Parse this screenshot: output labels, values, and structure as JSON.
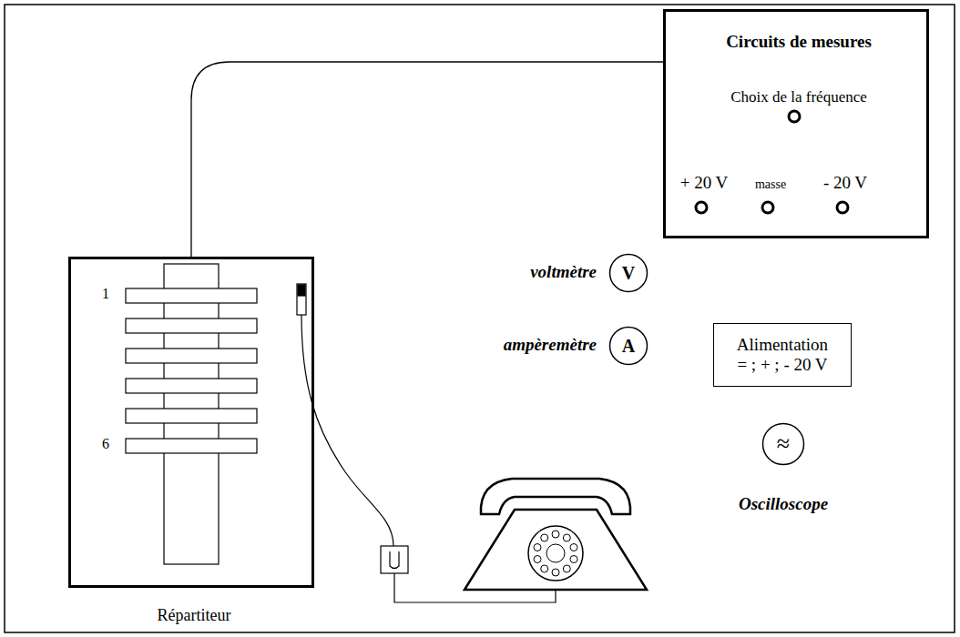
{
  "diagram": {
    "nodes": [
      {
        "text": [
          "Circuits de mesures",
          "Choix de la fréquence",
          "+ 20 V",
          "masse",
          "- 20 V"
        ]
      },
      {
        "text": [
          "Répartiteur"
        ]
      },
      {
        "text": [
          "V"
        ]
      },
      {
        "text": [
          "A"
        ]
      },
      {
        "text": [
          "Alimentation = ; + ; - 20 V"
        ]
      },
      {
        "text": [
          "≈"
        ]
      }
    ],
    "edges": [
      {
        "from": 1,
        "to": 0,
        "arrow": "none"
      }
    ],
    "labels": [
      "1",
      "6",
      "voltmètre",
      "ampèremètre",
      "Oscilloscope"
    ]
  }
}
